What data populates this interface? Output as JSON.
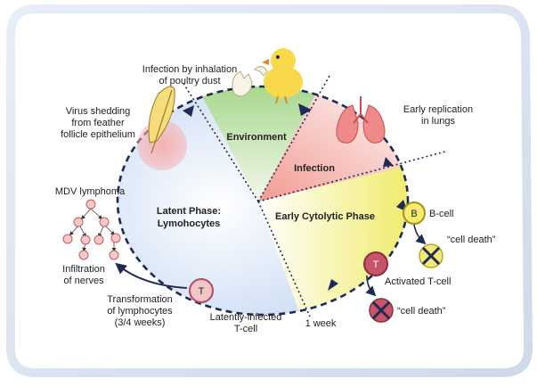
{
  "labels": {
    "inhalation_1": "Infection by inhalation",
    "inhalation_2": "of poultry dust",
    "shedding_1": "Virus shedding",
    "shedding_2": "from feather",
    "shedding_3": "follicle epithelium",
    "replication_1": "Early replication",
    "replication_2": "in lungs",
    "environment": "Environment",
    "infection": "Infection",
    "latent_1": "Latent Phase:",
    "latent_2": "Lymohocytes",
    "cytolytic": "Early Cytolytic Phase",
    "mdv_lymphoma": "MDV lymphoma",
    "infiltration_1": "Infiltration",
    "infiltration_2": "of nerves",
    "transformation_1": "Transformation",
    "transformation_2": "of lymphocytes",
    "transformation_3": "(3/4 weeks)",
    "latent_tcell_1": "Latently-infected",
    "latent_tcell_2": "T-cell",
    "one_week": "1 week",
    "bcell": "B-cell",
    "bcell_letter": "B",
    "cell_death_1": "“cell death”",
    "activated_tcell": "Activated T-cell",
    "tcell_letter_active": "T",
    "cell_death_2": "“cell death”",
    "tcell_letter_latent": "T"
  },
  "colors": {
    "latent_phase": "#cfe0f3",
    "environment": "#b9dba0",
    "infection": "#f4b8b0",
    "cytolytic": "#f4f08c",
    "tcell": "#c8546a",
    "bcell": "#f7ec70",
    "cycle_stroke": "#1f2a55"
  },
  "icons": [
    "feather-icon",
    "chick-icon",
    "eggshell-icon",
    "lungs-icon",
    "cell-tree-icon",
    "cross-icon"
  ]
}
